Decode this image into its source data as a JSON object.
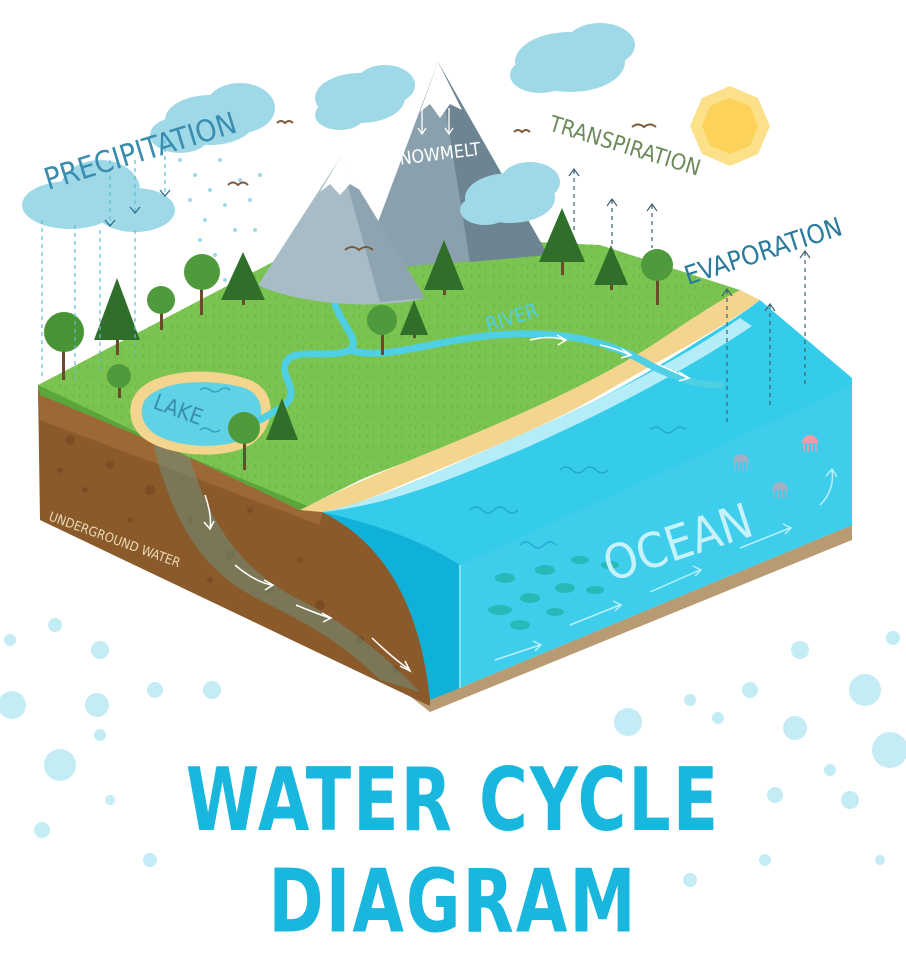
{
  "title": "WATER CYCLE DIAGRAM",
  "labels": {
    "precipitation": "PRECIPITATION",
    "snowmelt": "SNOWMELT",
    "transpiration": "TRANSPIRATION",
    "evaporation": "EVAPORATION",
    "river": "RIVER",
    "lake": "LAKE",
    "underground_water": "UNDERGROUND WATER",
    "ocean": "OCEAN"
  },
  "colors": {
    "title": "#19b7dd",
    "grass": "#7cc452",
    "soil": "#8a5a2b",
    "sand": "#f4d58d",
    "ocean": "#2ec8e8",
    "mountain": "#8fa6b3",
    "sun": "#fcd668",
    "cloud": "#9fd9e8"
  },
  "icons": [
    "sun-icon",
    "cloud-icon",
    "tree-icon",
    "mountain-icon",
    "bird-icon",
    "fish-icon",
    "jellyfish-icon",
    "arrow-icon"
  ]
}
